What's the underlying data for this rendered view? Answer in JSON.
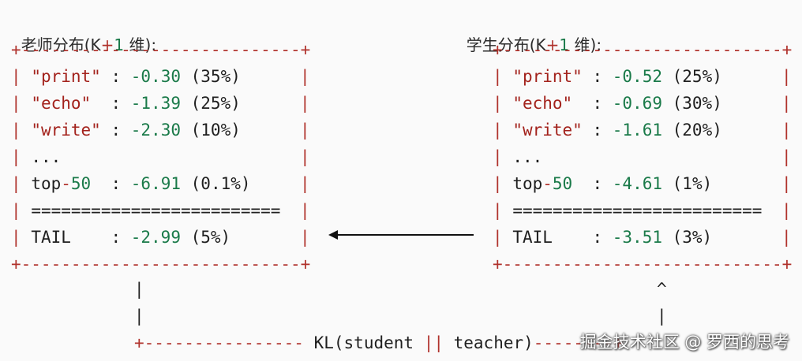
{
  "teacher": {
    "heading_prefix": "老师分布(",
    "heading_k": "K",
    "heading_plus": "+",
    "heading_one": "1",
    "heading_suffix": " 维):",
    "border_top": "+----------------------------+",
    "border_bottom": "+----------------------------+",
    "rows": [
      {
        "key": "\"print\"",
        "pad": " : ",
        "value": "-0.30",
        "pct": "(35%)"
      },
      {
        "key": "\"echo\"",
        "pad": "  : ",
        "value": "-1.39",
        "pct": "(25%)"
      },
      {
        "key": "\"write\"",
        "pad": " : ",
        "value": "-2.30",
        "pct": "(10%)"
      }
    ],
    "ellipsis": "...",
    "top_label": "top",
    "top_dash": "-",
    "top_num": "50",
    "top_pad": "  : ",
    "top_value": "-6.91",
    "top_pct": "(0.1%)",
    "separator": "=========================",
    "tail_label": "TAIL",
    "tail_pad": "    : ",
    "tail_value": "-2.99",
    "tail_pct": "(5%)"
  },
  "student": {
    "heading_prefix": "学生分布(",
    "heading_k": "K",
    "heading_plus": "+",
    "heading_one": "1",
    "heading_suffix": " 维):",
    "border_top": "+----------------------------+",
    "border_bottom": "+----------------------------+",
    "rows": [
      {
        "key": "\"print\"",
        "pad": " : ",
        "value": "-0.52",
        "pct": "(25%)"
      },
      {
        "key": "\"echo\"",
        "pad": "  : ",
        "value": "-0.69",
        "pct": "(30%)"
      },
      {
        "key": "\"write\"",
        "pad": " : ",
        "value": "-1.61",
        "pct": "(20%)"
      }
    ],
    "ellipsis": "...",
    "top_label": "top",
    "top_dash": "-",
    "top_num": "50",
    "top_pad": "  : ",
    "top_value": "-4.61",
    "top_pct": "(1%)",
    "separator": "=========================",
    "tail_label": "TAIL",
    "tail_pad": "    : ",
    "tail_value": "-3.51",
    "tail_pct": "(3%)"
  },
  "pipe": "|",
  "caret": "^",
  "connector": {
    "left_plus": "+",
    "dashes": "----------------",
    "kl_text_a": "KL(student ",
    "kl_op": "||",
    "kl_text_b": " teacher)",
    "right_dashes": "--------",
    "right_plus": "+"
  },
  "watermark": "掘金技术社区 @ 罗西的思考"
}
